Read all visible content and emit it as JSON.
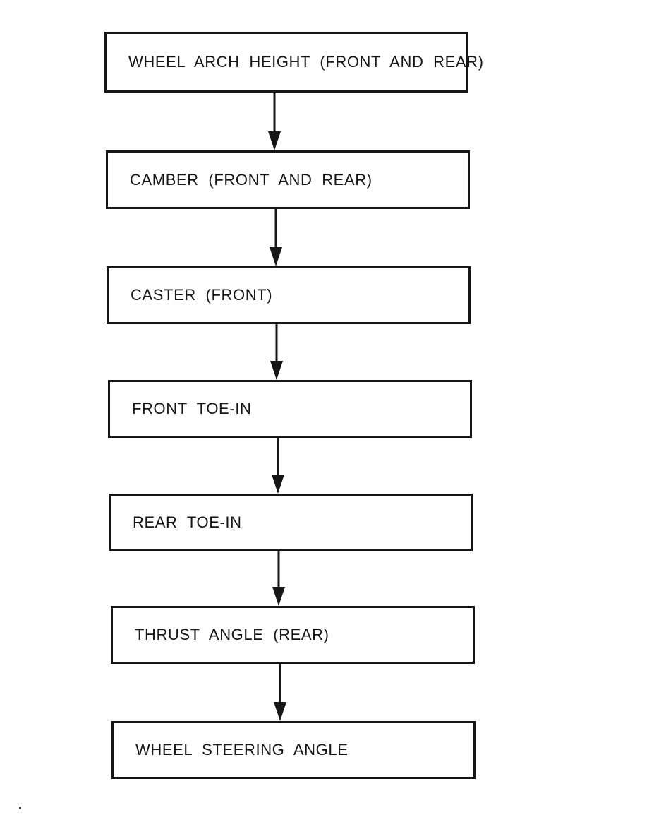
{
  "diagram": {
    "type": "flowchart",
    "direction": "top-to-bottom",
    "boxes": [
      {
        "label": "WHEEL ARCH HEIGHT (FRONT AND REAR)"
      },
      {
        "label": "CAMBER (FRONT AND REAR)"
      },
      {
        "label": "CASTER (FRONT)"
      },
      {
        "label": "FRONT TOE-IN"
      },
      {
        "label": "REAR TOE-IN"
      },
      {
        "label": "THRUST ANGLE (REAR)"
      },
      {
        "label": "WHEEL STEERING ANGLE"
      }
    ],
    "connectors": {
      "count": 6,
      "style": "solid-down-arrow"
    },
    "colors": {
      "ink": "#161616",
      "paper": "#ffffff"
    }
  }
}
